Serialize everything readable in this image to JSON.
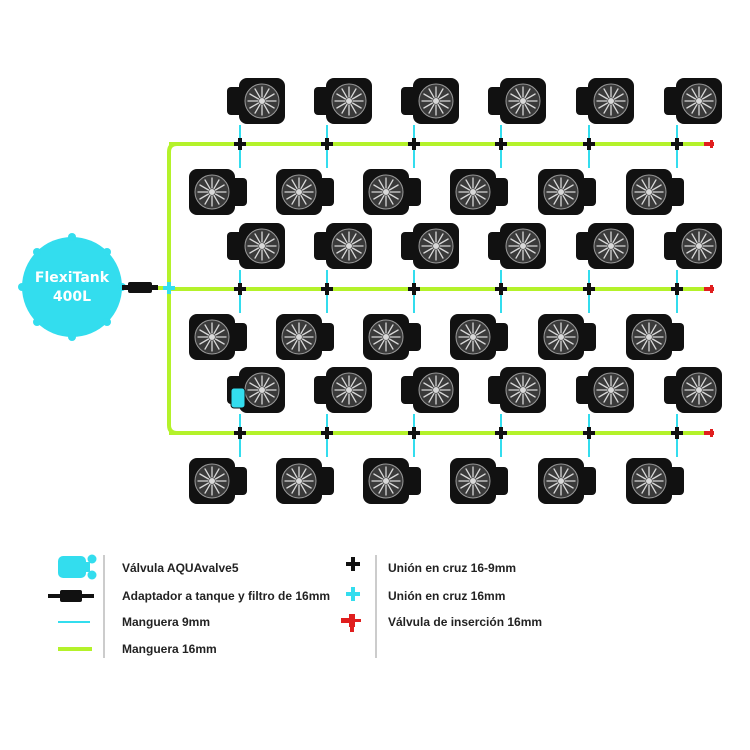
{
  "tank": {
    "line1": "FlexiTank",
    "line2": "400L"
  },
  "layout": {
    "rows": 3,
    "pots_top_per_row": 6,
    "pots_bottom_per_row": 6
  },
  "colors": {
    "hose_16mm": "#b4f22a",
    "hose_9mm": "#33ddee",
    "tank": "#33ddee",
    "connector_black": "#111111",
    "insertion_valve": "#e01e1e",
    "pot": "#111111",
    "pot_face": "#3a3a3a"
  },
  "legend": {
    "left": [
      {
        "icon": "aquavalve-icon",
        "label": "Válvula AQUAvalve5"
      },
      {
        "icon": "tank-adapter-filter-icon",
        "label": "Adaptador a tanque y filtro de 16mm"
      },
      {
        "icon": "hose-9mm-icon",
        "label": "Manguera 9mm"
      },
      {
        "icon": "hose-16mm-icon",
        "label": "Manguera 16mm"
      }
    ],
    "right": [
      {
        "icon": "cross-union-16-9-icon",
        "label": "Unión en cruz 16-9mm"
      },
      {
        "icon": "cross-union-16-icon",
        "label": "Unión en cruz 16mm"
      },
      {
        "icon": "insertion-valve-icon",
        "label": "Válvula de inserción 16mm"
      }
    ]
  }
}
